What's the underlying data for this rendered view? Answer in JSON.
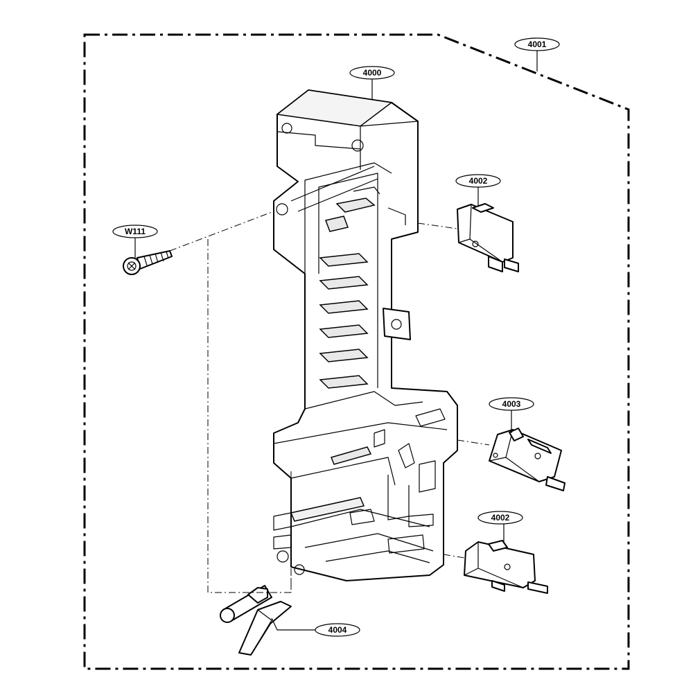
{
  "callouts": {
    "assembly": "4001",
    "frame": "4000",
    "switch_top": "4002",
    "switch_middle": "4003",
    "switch_bottom": "4002",
    "screw": "W111",
    "lever": "4004"
  }
}
